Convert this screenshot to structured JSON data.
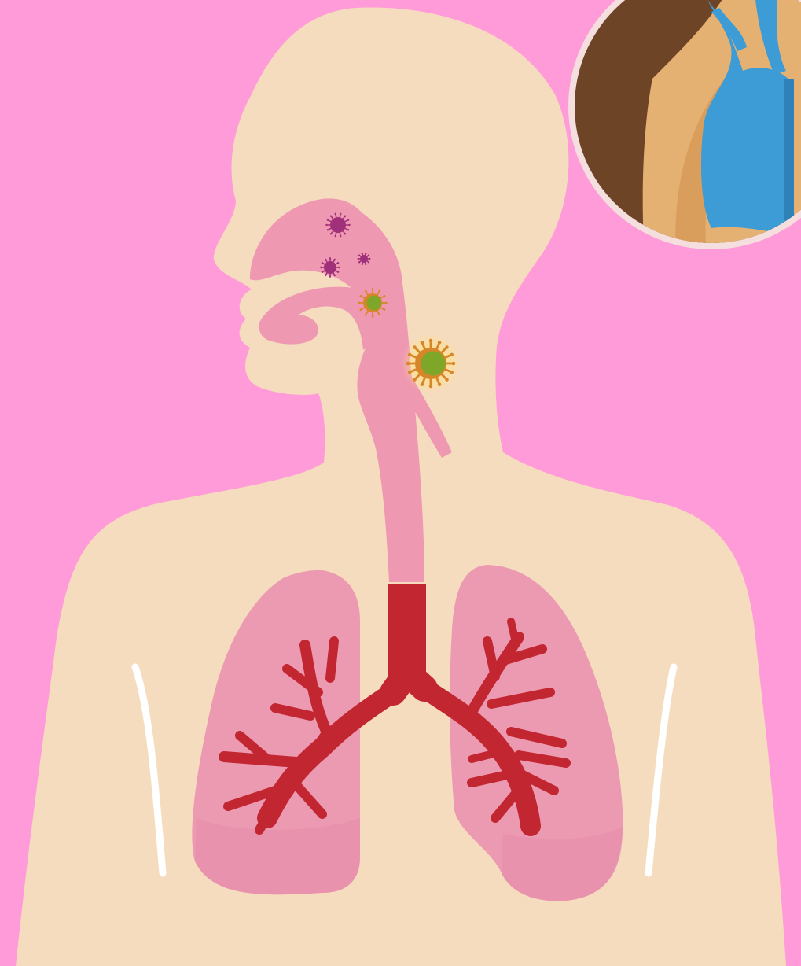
{
  "colors": {
    "background": "#ff9bd8",
    "skin": "#f6dcbf",
    "airway": "#ee98b2",
    "lung": "#ec99b2",
    "lung_inner": "#f2a9c0",
    "bronchi": "#c22630",
    "virus_purple": "#a0307a",
    "virus_green": "#7ea628",
    "virus_orange": "#d8862a",
    "inset_border": "#f4dede",
    "inset_bg": "#6e4427",
    "inset_skin": "#e5b173",
    "inset_lung": "#3d9bd6",
    "rib_line": "#ffffff"
  },
  "elements": {
    "body": "human-silhouette",
    "airway": "upper-respiratory-tract",
    "lungs": [
      "left-lung",
      "right-lung"
    ],
    "bronchi": "bronchial-tree",
    "viruses": [
      {
        "kind": "purple-virus",
        "location": "nasal-cavity"
      },
      {
        "kind": "purple-virus",
        "location": "nasal-cavity-lower"
      },
      {
        "kind": "purple-virus",
        "location": "nasopharynx-small"
      },
      {
        "kind": "green-virus",
        "location": "pharynx"
      },
      {
        "kind": "green-virus",
        "location": "throat-glowing"
      }
    ],
    "inset": "zoomed-lung-detail-circle"
  }
}
